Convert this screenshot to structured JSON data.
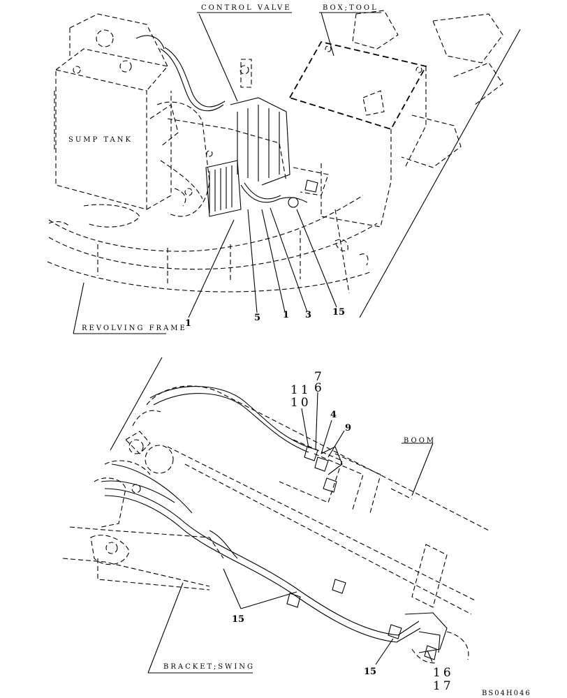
{
  "labels": {
    "control_valve": "CONTROL VALVE",
    "box_tool": "BOX;TOOL",
    "sump_tank": "SUMP TANK",
    "revolving_frame": "REVOLVING FRAME",
    "boom": "BOOM",
    "bracket_swing": "BRACKET;SWING"
  },
  "callouts_top": {
    "c1a": "1",
    "c5": "5",
    "c1b": "1",
    "c3": "3",
    "c15": "15"
  },
  "callouts_bottom": {
    "c7": "7",
    "c11": "11",
    "c6": "6",
    "c10": "10",
    "c4": "4",
    "c9": "9",
    "c15a": "15",
    "c15b": "15",
    "c16": "16",
    "c17": "17"
  },
  "drawing_code": "BS04H046"
}
